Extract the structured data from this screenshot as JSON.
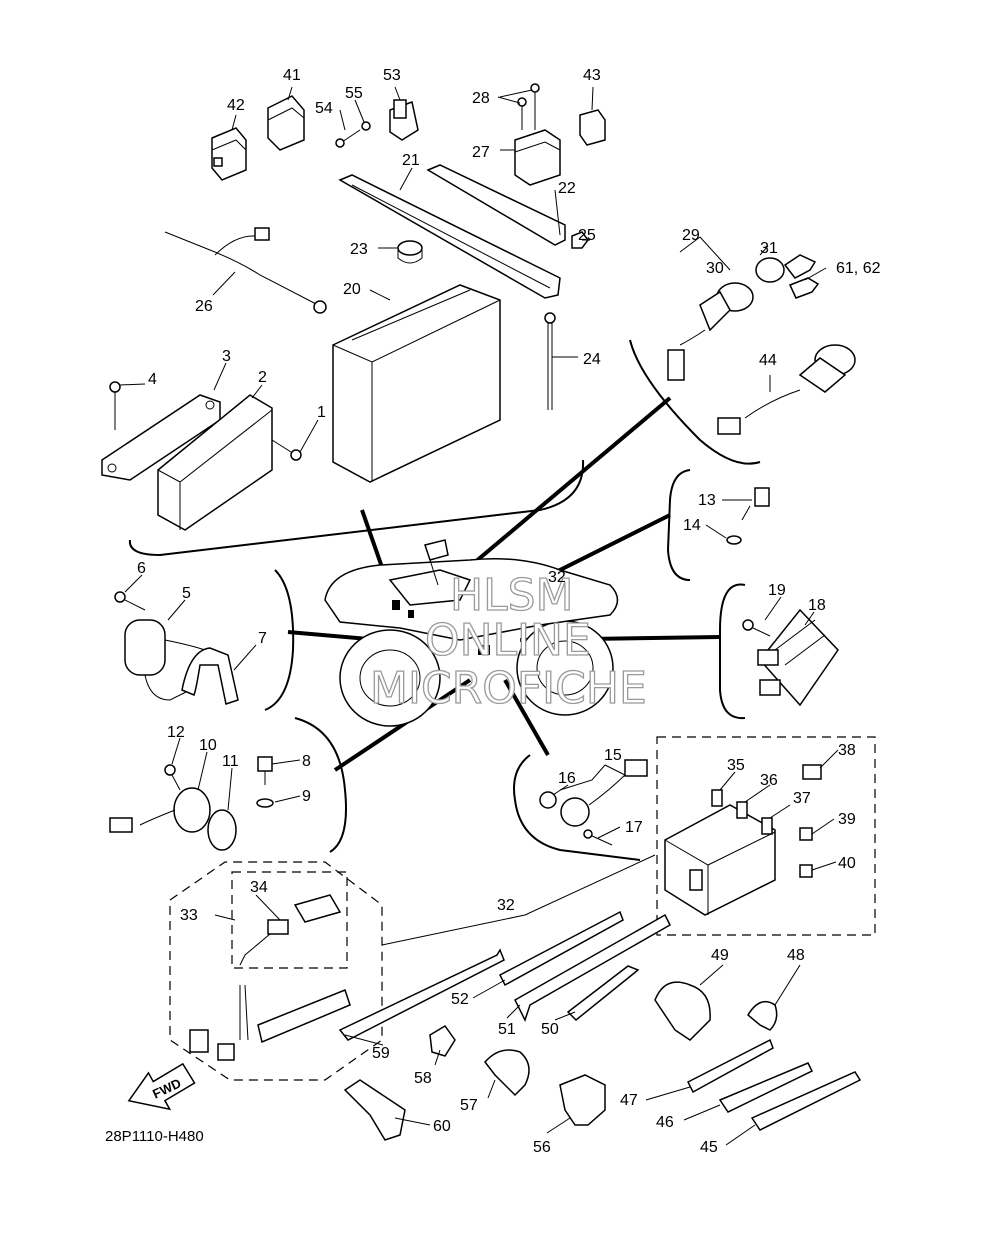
{
  "diagram_code": "28P1110-H480",
  "fwd_label": "FWD",
  "watermark": [
    "HLSM",
    "ONLINE",
    "MICROFICHE"
  ],
  "callouts": [
    {
      "id": "c41",
      "text": "41"
    },
    {
      "id": "c42",
      "text": "42"
    },
    {
      "id": "c53",
      "text": "53"
    },
    {
      "id": "c54",
      "text": "54"
    },
    {
      "id": "c55",
      "text": "55"
    },
    {
      "id": "c28",
      "text": "28"
    },
    {
      "id": "c43",
      "text": "43"
    },
    {
      "id": "c27",
      "text": "27"
    },
    {
      "id": "c21",
      "text": "21"
    },
    {
      "id": "c22",
      "text": "22"
    },
    {
      "id": "c23",
      "text": "23"
    },
    {
      "id": "c25",
      "text": "25"
    },
    {
      "id": "c29",
      "text": "29"
    },
    {
      "id": "c31",
      "text": "31"
    },
    {
      "id": "c30",
      "text": "30"
    },
    {
      "id": "c61",
      "text": "61, 62"
    },
    {
      "id": "c26",
      "text": "26"
    },
    {
      "id": "c20",
      "text": "20"
    },
    {
      "id": "c24",
      "text": "24"
    },
    {
      "id": "c44",
      "text": "44"
    },
    {
      "id": "c3",
      "text": "3"
    },
    {
      "id": "c4",
      "text": "4"
    },
    {
      "id": "c2",
      "text": "2"
    },
    {
      "id": "c1",
      "text": "1"
    },
    {
      "id": "c13",
      "text": "13"
    },
    {
      "id": "c14",
      "text": "14"
    },
    {
      "id": "c6",
      "text": "6"
    },
    {
      "id": "c5",
      "text": "5"
    },
    {
      "id": "c7",
      "text": "7"
    },
    {
      "id": "c19",
      "text": "19"
    },
    {
      "id": "c18",
      "text": "18"
    },
    {
      "id": "c32a",
      "text": "32"
    },
    {
      "id": "c12",
      "text": "12"
    },
    {
      "id": "c10",
      "text": "10"
    },
    {
      "id": "c11",
      "text": "11"
    },
    {
      "id": "c8",
      "text": "8"
    },
    {
      "id": "c9",
      "text": "9"
    },
    {
      "id": "c15",
      "text": "15"
    },
    {
      "id": "c16",
      "text": "16"
    },
    {
      "id": "c17",
      "text": "17"
    },
    {
      "id": "c35",
      "text": "35"
    },
    {
      "id": "c36",
      "text": "36"
    },
    {
      "id": "c37",
      "text": "37"
    },
    {
      "id": "c38",
      "text": "38"
    },
    {
      "id": "c39",
      "text": "39"
    },
    {
      "id": "c40",
      "text": "40"
    },
    {
      "id": "c34",
      "text": "34"
    },
    {
      "id": "c33",
      "text": "33"
    },
    {
      "id": "c32b",
      "text": "32"
    },
    {
      "id": "c49",
      "text": "49"
    },
    {
      "id": "c48",
      "text": "48"
    },
    {
      "id": "c52",
      "text": "52"
    },
    {
      "id": "c51",
      "text": "51"
    },
    {
      "id": "c50",
      "text": "50"
    },
    {
      "id": "c59",
      "text": "59"
    },
    {
      "id": "c58",
      "text": "58"
    },
    {
      "id": "c57",
      "text": "57"
    },
    {
      "id": "c47",
      "text": "47"
    },
    {
      "id": "c46",
      "text": "46"
    },
    {
      "id": "c45",
      "text": "45"
    },
    {
      "id": "c60",
      "text": "60"
    },
    {
      "id": "c56",
      "text": "56"
    }
  ]
}
